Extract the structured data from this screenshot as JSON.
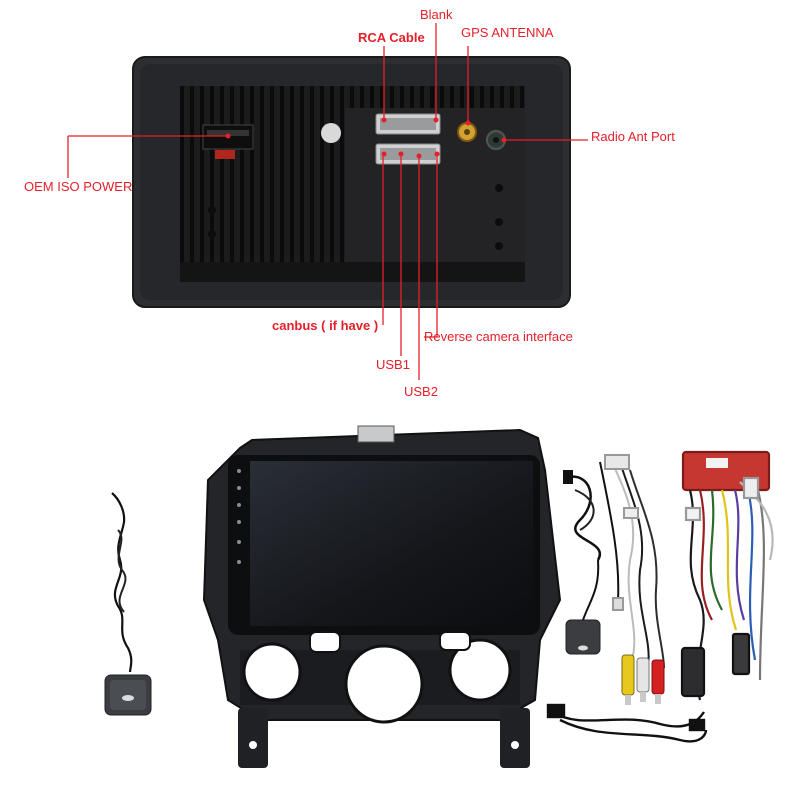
{
  "callouts": {
    "blank": "Blank",
    "rca_cable": "RCA Cable",
    "gps_antenna": "GPS ANTENNA",
    "radio_ant_port": "Radio Ant Port",
    "oem_iso_power": "OEM ISO POWER",
    "canbus": "canbus ( if have )",
    "usb1": "USB1",
    "usb2": "USB2",
    "reverse_camera": "Reverse camera interface"
  },
  "colors": {
    "callout": "#e4202a",
    "unit_body": "#2a2b2d",
    "heatsink": "#151515",
    "frame": "#222326",
    "screen": "#16181d",
    "background": "#ffffff"
  },
  "icons": {
    "gps_module": "gps-antenna-module-icon",
    "radio_port": "radio-antenna-port-icon",
    "gps_port": "gps-antenna-connector-icon",
    "rca_plugs": "rca-plug-icon"
  }
}
